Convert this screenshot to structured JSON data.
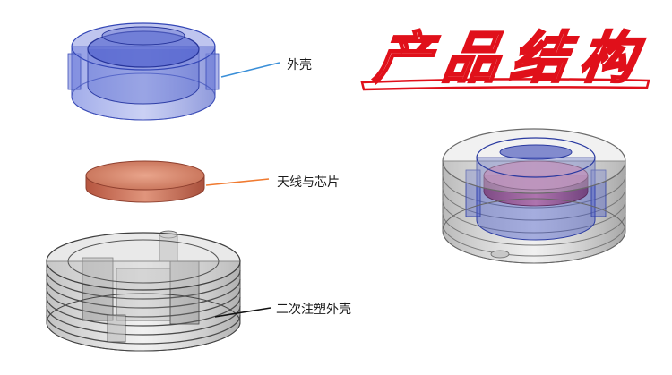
{
  "title": "产品结构",
  "labels": {
    "shell": "外壳",
    "antenna_chip": "天线与芯片",
    "overmold_shell": "二次注塑外壳"
  },
  "colors": {
    "title_red": "#e0101a",
    "shell_blue": "#4a5fd0",
    "chip_copper": "#c8705a",
    "overmold_gray": "#9a9a9a",
    "leader_shell": "#3a8fd8",
    "leader_chip": "#f07a30",
    "leader_overmold": "#111111"
  }
}
